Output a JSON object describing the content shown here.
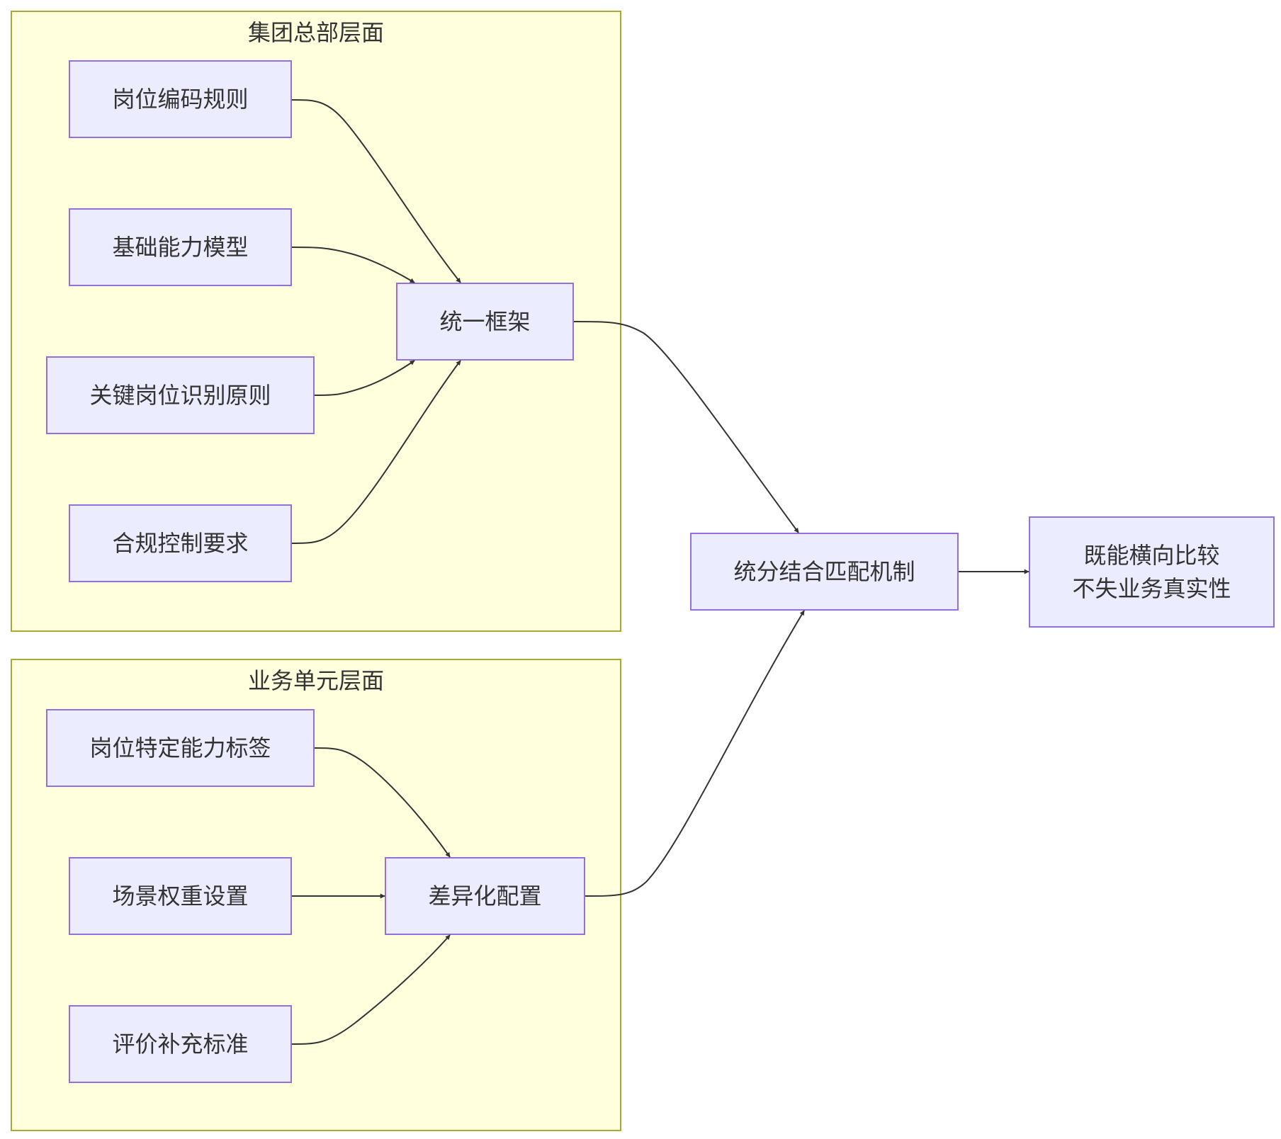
{
  "clusters": {
    "hq": {
      "title": "集团总部层面"
    },
    "bu": {
      "title": "业务单元层面"
    }
  },
  "nodes": {
    "code_rule": "岗位编码规则",
    "base_model": "基础能力模型",
    "key_role": "关键岗位识别原则",
    "compliance": "合规控制要求",
    "unified": "统一框架",
    "tag": "岗位特定能力标签",
    "weight": "场景权重设置",
    "eval": "评价补充标准",
    "diff": "差异化配置",
    "match": "统分结合匹配机制",
    "result_line1": "既能横向比较",
    "result_line2": "不失业务真实性"
  },
  "edges": [
    {
      "from": "code_rule",
      "to": "unified"
    },
    {
      "from": "base_model",
      "to": "unified"
    },
    {
      "from": "key_role",
      "to": "unified"
    },
    {
      "from": "compliance",
      "to": "unified"
    },
    {
      "from": "tag",
      "to": "diff"
    },
    {
      "from": "weight",
      "to": "diff"
    },
    {
      "from": "eval",
      "to": "diff"
    },
    {
      "from": "unified",
      "to": "match"
    },
    {
      "from": "diff",
      "to": "match"
    },
    {
      "from": "match",
      "to": "result"
    }
  ],
  "colors": {
    "cluster_fill": "#ffffde",
    "cluster_border": "#aaaa33",
    "node_fill": "#ececff",
    "node_border": "#9370db",
    "edge": "#333333",
    "text": "#333333"
  }
}
